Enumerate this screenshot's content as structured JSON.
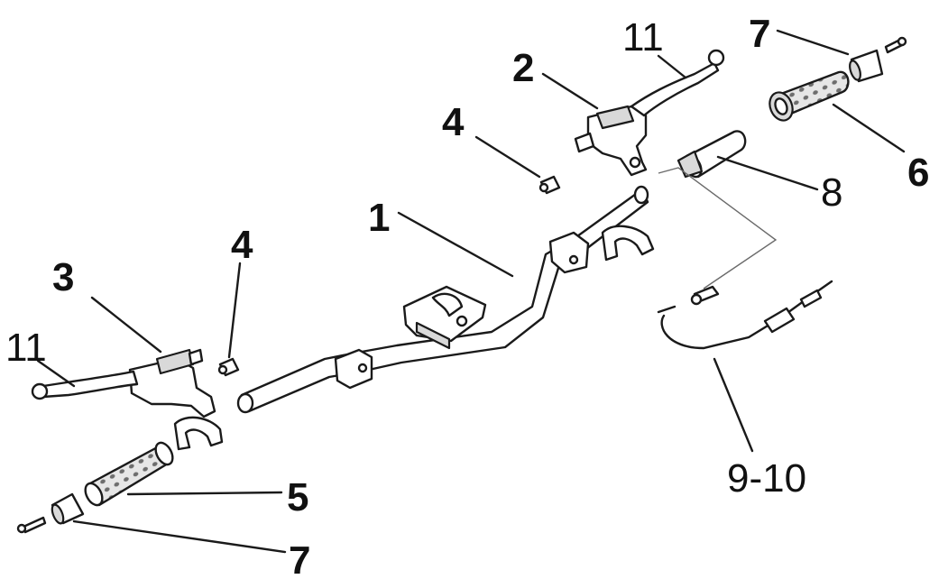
{
  "callouts": {
    "c1": "1",
    "c2": "2",
    "c3": "3",
    "c4a": "4",
    "c4b": "4",
    "c5": "5",
    "c6": "6",
    "c7a": "7",
    "c7b": "7",
    "c8": "8",
    "c9_10": "9-10",
    "c11a": "11",
    "c11b": "11"
  }
}
